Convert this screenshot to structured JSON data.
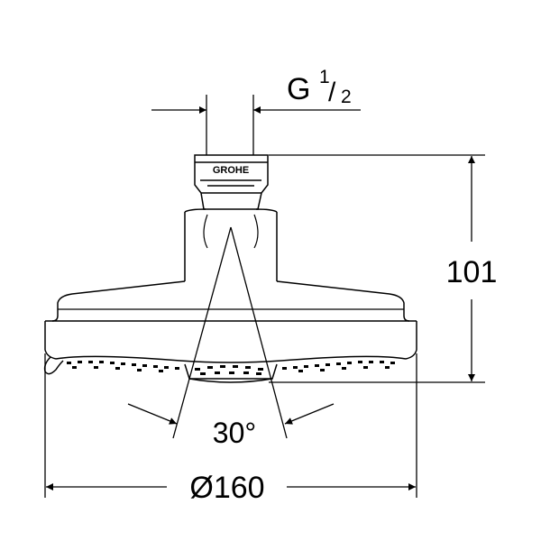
{
  "dimensions": {
    "thread_label_main": "G",
    "thread_label_numerator": "1",
    "thread_label_slash": "/",
    "thread_label_denominator": "2",
    "height": "101",
    "spray_angle": "30°",
    "diameter": "Ø160"
  },
  "logo": {
    "text": "GROHE"
  },
  "colors": {
    "line": "#000000",
    "background": "#ffffff"
  }
}
